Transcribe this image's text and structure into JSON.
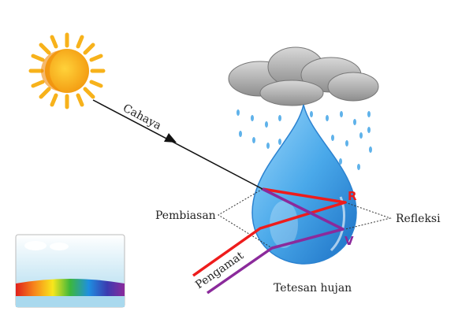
{
  "labels": {
    "light": "Cahaya",
    "refraction": "Pembiasan",
    "reflection": "Refleksi",
    "observer": "Pengamat",
    "raindrop": "Tetesan hujan",
    "red": "R",
    "violet": "V"
  },
  "colors": {
    "red_ray": "#ee1c1c",
    "violet_ray": "#8b2a9b",
    "light_ray": "#111111",
    "sun": "#f7b21b",
    "drop": "#3a9be0"
  }
}
